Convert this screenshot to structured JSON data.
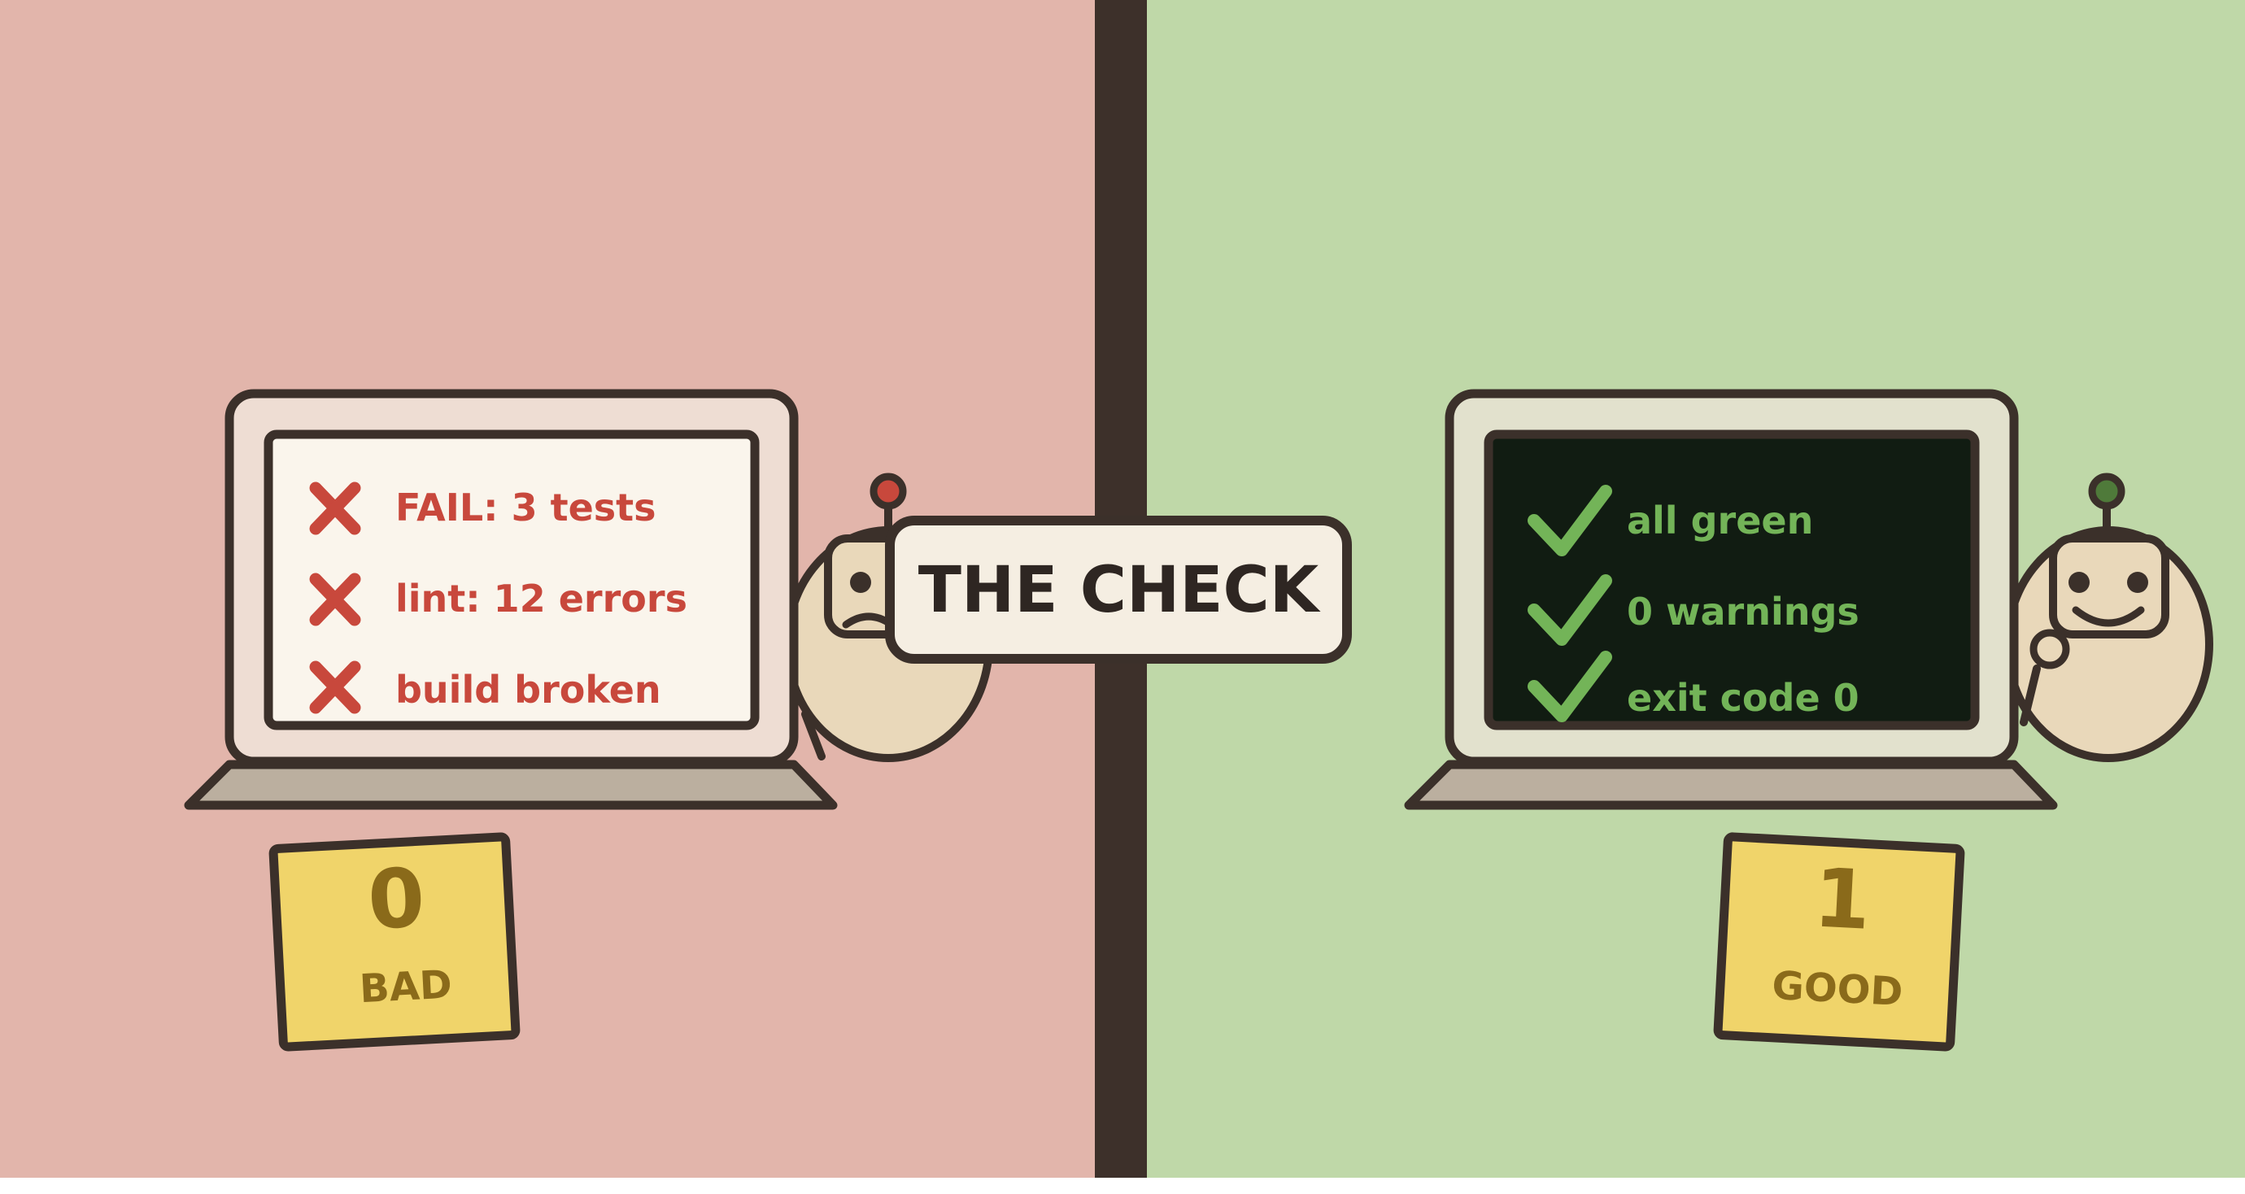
{
  "colors": {
    "bad_bg": "#E2B5AB",
    "good_bg": "#BFD8A8",
    "divider": "#3D302A",
    "outline": "#3B302A",
    "fail_red": "#C8483C",
    "pass_green": "#73B458",
    "terminal_bg": "#111C12",
    "sticky_note": "#F0D46A",
    "note_text": "#8A6A1A",
    "robot_body": "#E9D8BA",
    "bad_antenna": "#C8483C",
    "good_antenna": "#4F7A3A"
  },
  "title": "THE CHECK",
  "bad_panel": {
    "lines": [
      {
        "icon": "cross-icon",
        "text": "FAIL: 3 tests"
      },
      {
        "icon": "cross-icon",
        "text": "lint: 12 errors"
      },
      {
        "icon": "cross-icon",
        "text": "build broken"
      }
    ],
    "score": "0",
    "verdict": "BAD",
    "robot_mood": "sad"
  },
  "good_panel": {
    "lines": [
      {
        "icon": "checkmark-icon",
        "text": "all green"
      },
      {
        "icon": "checkmark-icon",
        "text": "0 warnings"
      },
      {
        "icon": "checkmark-icon",
        "text": "exit code 0"
      }
    ],
    "score": "1",
    "verdict": "GOOD",
    "robot_mood": "happy"
  }
}
